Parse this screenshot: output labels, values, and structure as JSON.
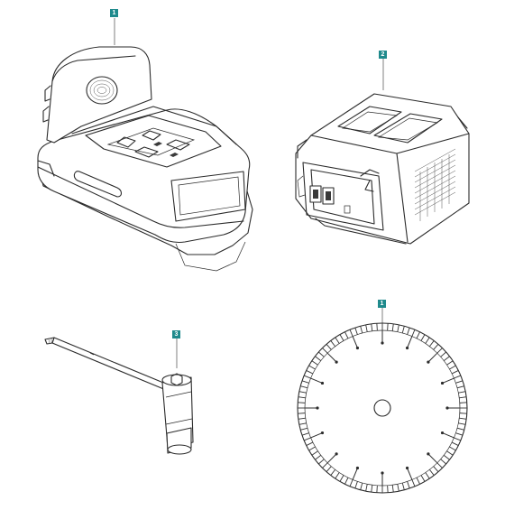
{
  "callouts": {
    "charger": "1",
    "battery": "2",
    "wrench": "3",
    "blade": "1"
  },
  "colors": {
    "callout_bg": "#1f8a8c",
    "line": "#2b2b2b"
  },
  "parts": [
    {
      "name": "battery-charger"
    },
    {
      "name": "battery-pack"
    },
    {
      "name": "combination-wrench"
    },
    {
      "name": "diamond-blade"
    }
  ]
}
